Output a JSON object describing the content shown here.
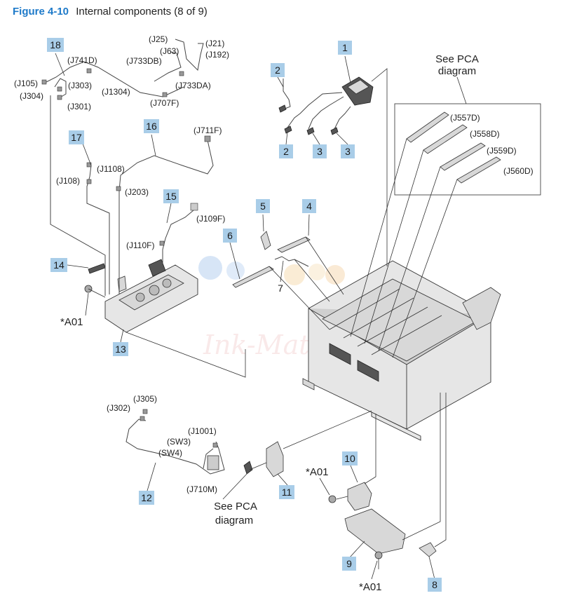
{
  "figure": {
    "number": "Figure 4-10",
    "caption": "Internal components (8 of 9)"
  },
  "callouts": [
    "1",
    "2",
    "2",
    "3",
    "3",
    "4",
    "5",
    "6",
    "8",
    "9",
    "10",
    "11",
    "12",
    "13",
    "14",
    "15",
    "16",
    "17",
    "18"
  ],
  "plain_numbers": [
    "7"
  ],
  "connectors": {
    "j25": "(J25)",
    "j21": "(J21)",
    "j63": "(J63)",
    "j192": "(J192)",
    "j733db": "(J733DB)",
    "j741d": "(J741D)",
    "j105": "(J105)",
    "j303": "(J303)",
    "j304": "(J304)",
    "j1304": "(J1304)",
    "j733da": "(J733DA)",
    "j301": "(J301)",
    "j707f": "(J707F)",
    "j711f": "(J711F)",
    "j1108": "(J1108)",
    "j108": "(J108)",
    "j203": "(J203)",
    "j109f": "(J109F)",
    "j110f": "(J110F)",
    "j557d": "(J557D)",
    "j558d": "(J558D)",
    "j559d": "(J559D)",
    "j560d": "(J560D)",
    "j305": "(J305)",
    "j302": "(J302)",
    "j1001": "(J1001)",
    "sw3": "(SW3)",
    "sw4": "(SW4)",
    "j710m": "(J710M)"
  },
  "screw_labels": [
    "*A01",
    "*A01",
    "*A01"
  ],
  "pca_note": {
    "line1": "See PCA",
    "line2": "diagram"
  },
  "watermark": "Ink-Mate"
}
